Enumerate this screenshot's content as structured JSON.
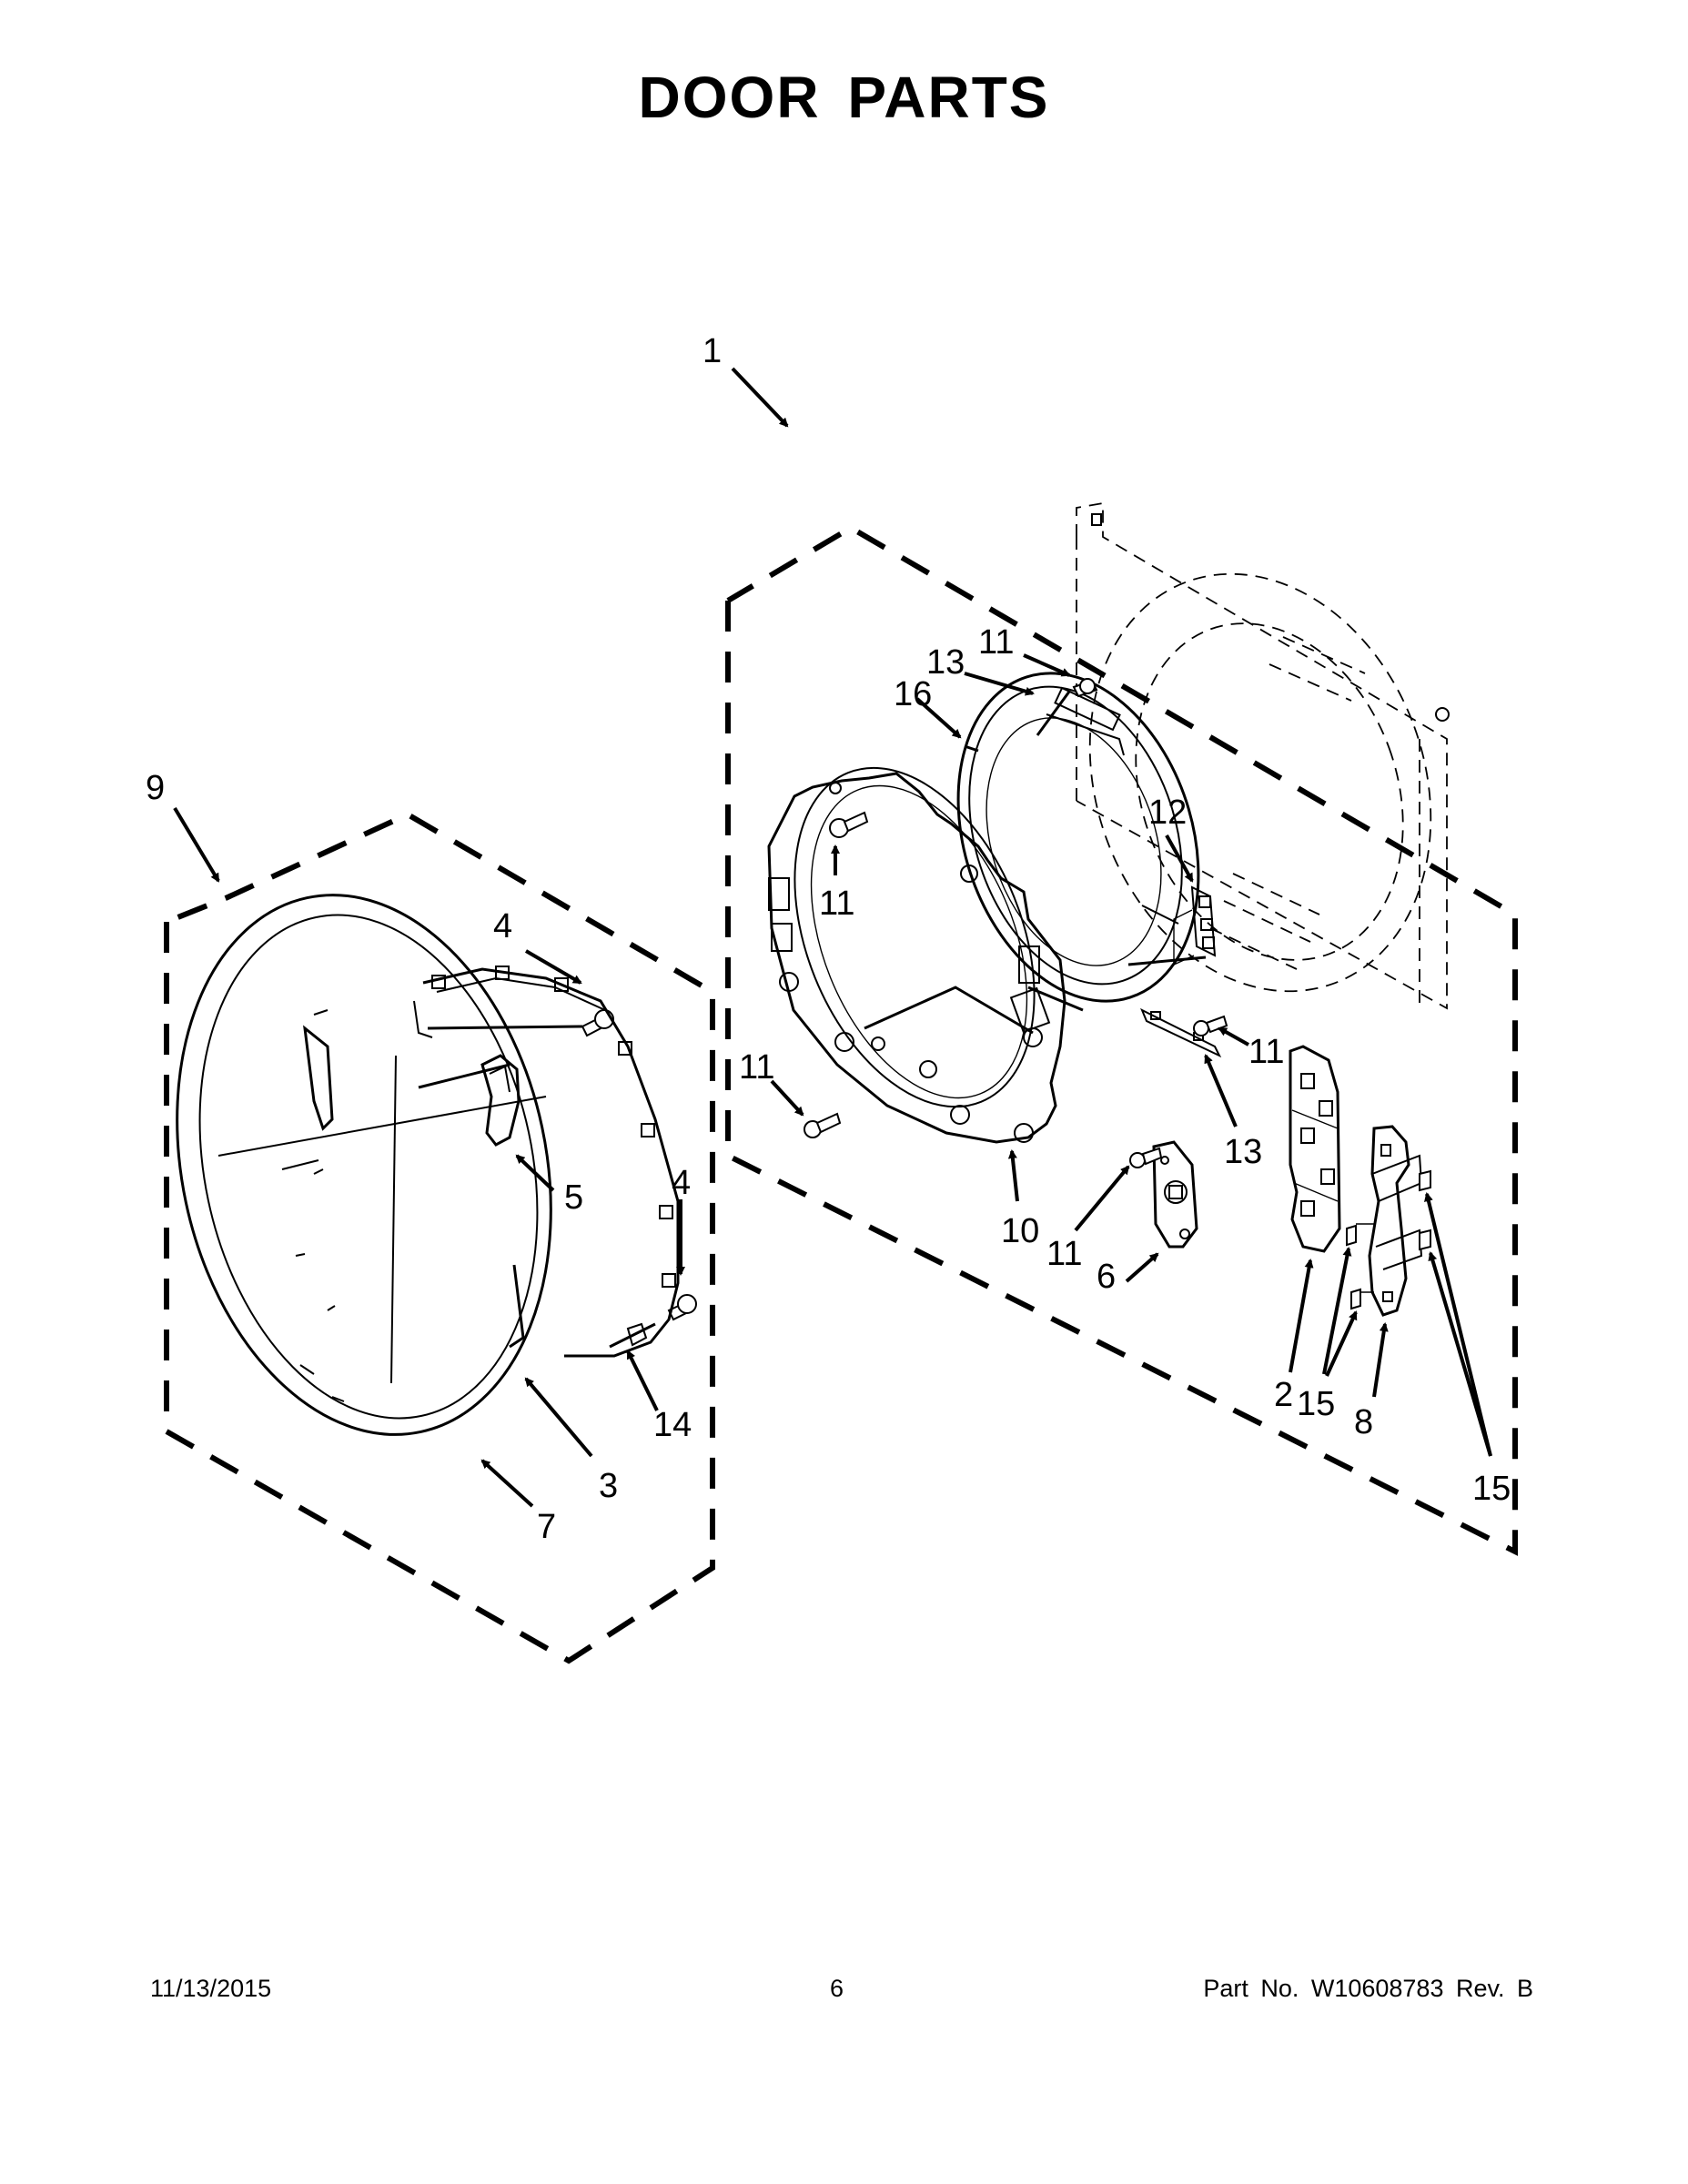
{
  "title": "DOOR PARTS",
  "callouts": {
    "c1": "1",
    "c2": "2",
    "c3": "3",
    "c4a": "4",
    "c4b": "4",
    "c5": "5",
    "c6": "6",
    "c7": "7",
    "c8": "8",
    "c9": "9",
    "c10": "10",
    "c11a": "11",
    "c11b": "11",
    "c11c": "11",
    "c11d": "11",
    "c11e": "11",
    "c12": "12",
    "c13a": "13",
    "c13b": "13",
    "c14": "14",
    "c15a": "15",
    "c15b": "15",
    "c16": "16"
  },
  "footer": {
    "date": "11/13/2015",
    "page": "6",
    "part_no": "Part No.  W10608783  Rev.  B"
  }
}
